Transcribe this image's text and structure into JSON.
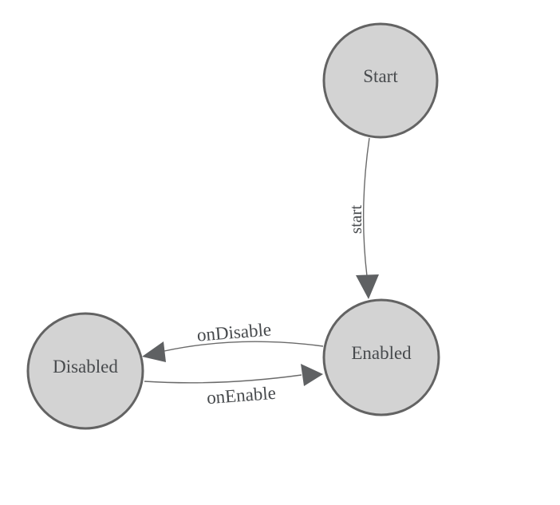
{
  "diagram": {
    "type": "state-machine",
    "colors": {
      "background": "#ffffff",
      "node_fill": "#d3d3d3",
      "node_stroke": "#636363",
      "edge_line": "#6a6a6a",
      "arrow_fill": "#5f6163",
      "text": "#474a4d"
    },
    "nodes": [
      {
        "id": "start",
        "label": "Start"
      },
      {
        "id": "enabled",
        "label": "Enabled"
      },
      {
        "id": "disabled",
        "label": "Disabled"
      }
    ],
    "transitions": [
      {
        "label": "start",
        "from": "Start",
        "to": "Enabled"
      },
      {
        "label": "onDisable",
        "from": "Enabled",
        "to": "Disabled"
      },
      {
        "label": "onEnable",
        "from": "Disabled",
        "to": "Enabled"
      }
    ]
  }
}
